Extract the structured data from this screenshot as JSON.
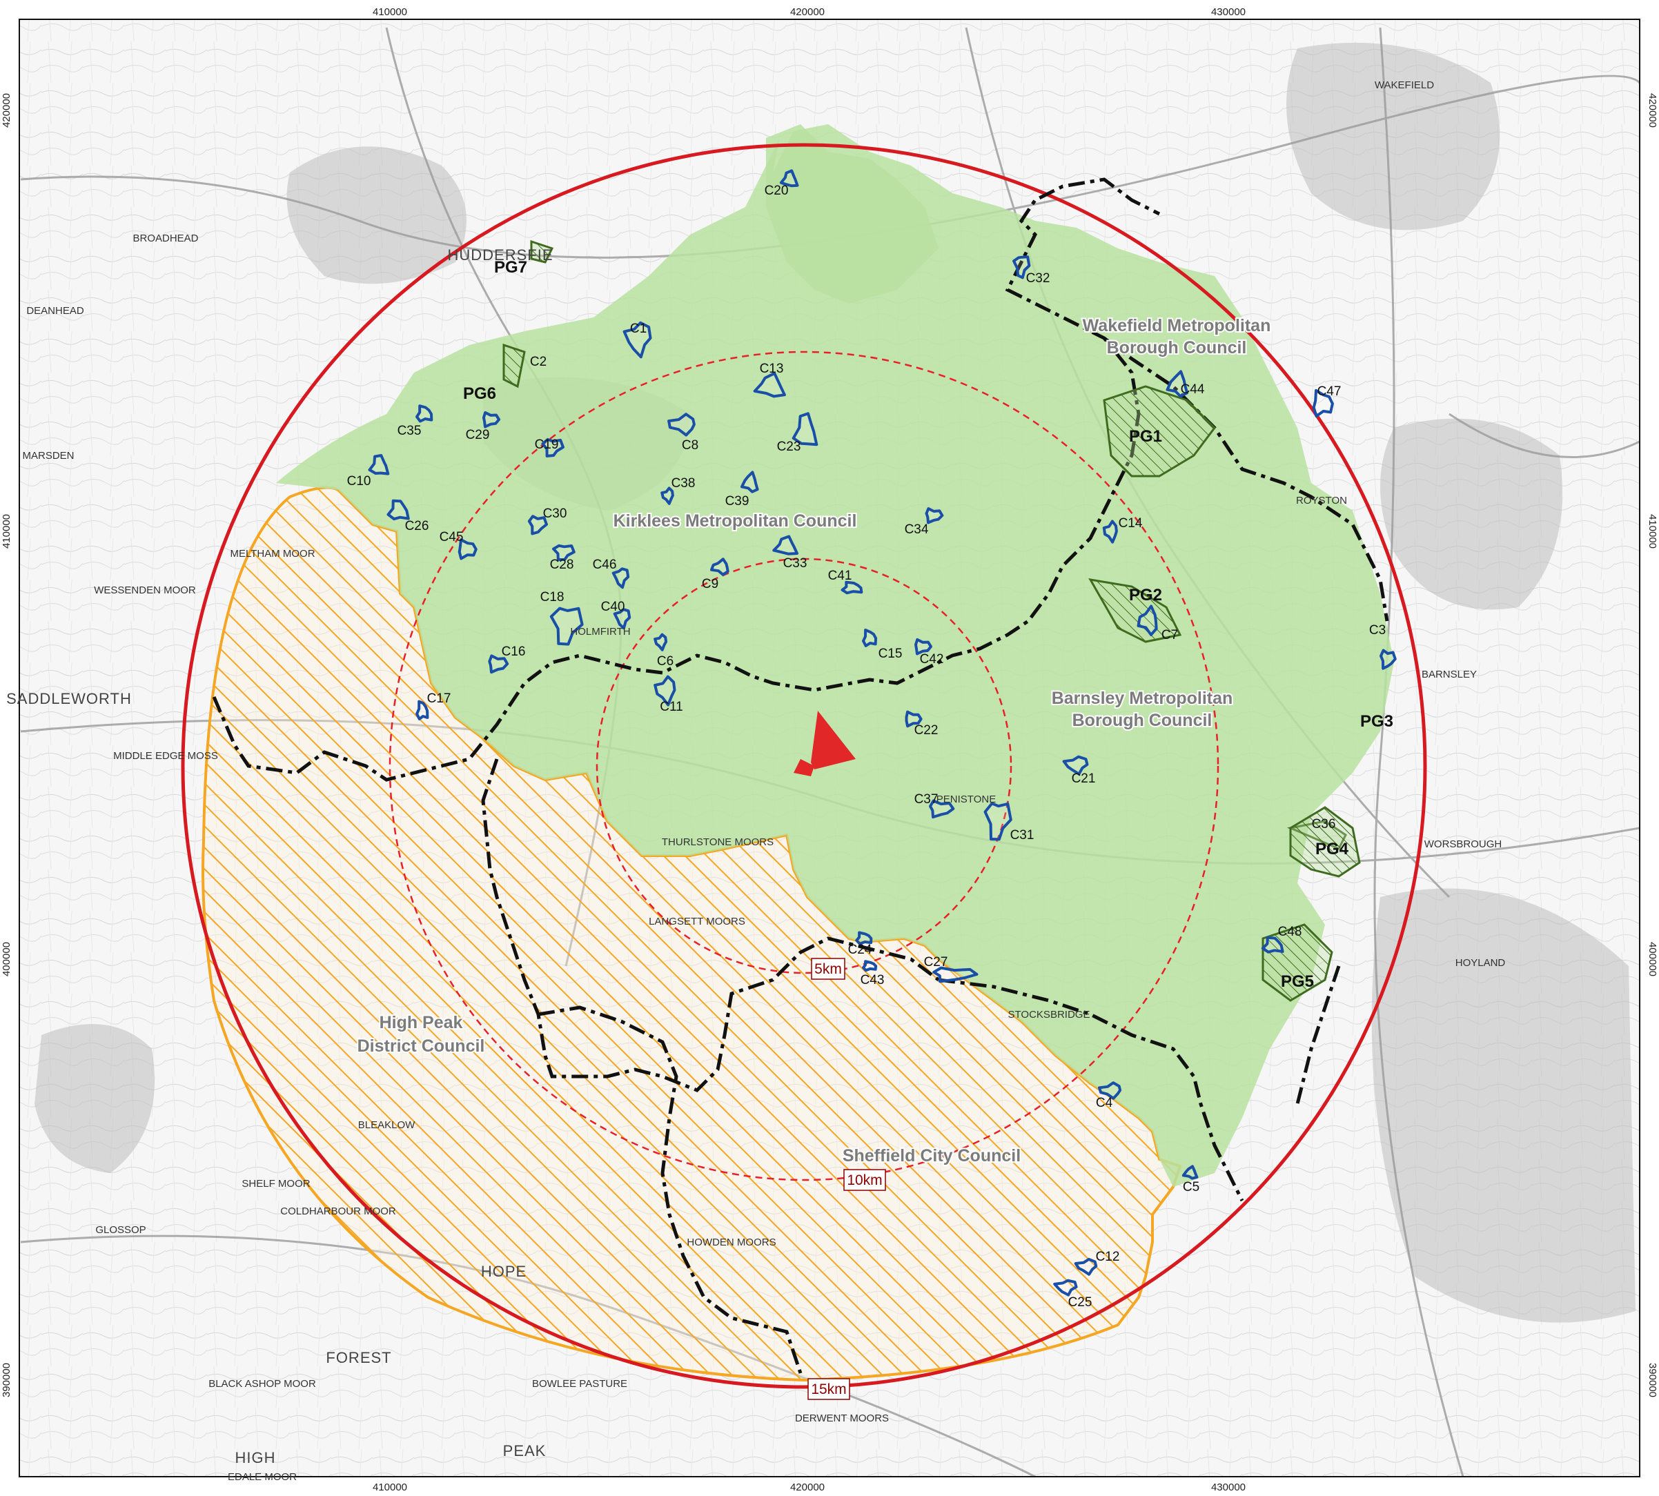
{
  "grid": {
    "eastings": [
      "410000",
      "420000",
      "430000"
    ],
    "northings": [
      "420000",
      "410000",
      "400000",
      "390000"
    ]
  },
  "colors": {
    "ring_15km": "#d71920",
    "ring_inner": "#e8202a",
    "study_area_fill": "#b9e0a0",
    "national_park_hatch": "#f5a623",
    "council_boundary": "#111111",
    "site_outline": "#1a4fa8",
    "pg_outline": "#3f6b1f",
    "turbine_site": "#e12727"
  },
  "rings": [
    {
      "label": "5km"
    },
    {
      "label": "10km"
    },
    {
      "label": "15km"
    }
  ],
  "councils": [
    {
      "id": "wakefield",
      "lines": [
        "Wakefield Metropolitan",
        "Borough Council"
      ]
    },
    {
      "id": "kirklees",
      "lines": [
        "Kirklees Metropolitan Council"
      ]
    },
    {
      "id": "barnsley",
      "lines": [
        "Barnsley Metropolitan",
        "Borough Council"
      ]
    },
    {
      "id": "high-peak",
      "lines": [
        "High Peak",
        "District Council"
      ]
    },
    {
      "id": "sheffield",
      "lines": [
        "Sheffield City Council"
      ]
    }
  ],
  "places": [
    "HUDDERSFIE",
    "WAKEFIELD",
    "ROYSTON",
    "BARNSLEY",
    "WORSBROUGH",
    "HOYLAND",
    "STOCKSBRIDGE",
    "GLOSSOP",
    "SADDLEWORTH",
    "MELTHAM MOOR",
    "WESSENDEN MOOR",
    "HOLMFIRTH",
    "PENISTONE",
    "THURLSTONE MOORS",
    "LANGSETT MOORS",
    "HOWDEN MOORS",
    "BLACK ASHOP MOOR",
    "EDALE MOOR",
    "DERWENT MOORS",
    "BOWLEE PASTURE",
    "BLEAKLOW",
    "SHELF MOOR",
    "COLDHARBOUR MOOR",
    "MIDDLE EDGE MOSS",
    "DEANHEAD",
    "MARSDEN",
    "BROADHEAD",
    "HOPE",
    "FOREST",
    "PEAK",
    "HIGH"
  ],
  "sites": [
    "C1",
    "C2",
    "C3",
    "C4",
    "C5",
    "C6",
    "C7",
    "C8",
    "C9",
    "C10",
    "C11",
    "C12",
    "C13",
    "C14",
    "C15",
    "C16",
    "C17",
    "C18",
    "C19",
    "C20",
    "C21",
    "C22",
    "C23",
    "C24",
    "C25",
    "C26",
    "C27",
    "C28",
    "C29",
    "C30",
    "C31",
    "C32",
    "C33",
    "C34",
    "C35",
    "C36",
    "C37",
    "C38",
    "C39",
    "C40",
    "C41",
    "C42",
    "C43",
    "C44",
    "C45",
    "C46",
    "C47",
    "C48"
  ],
  "protected_groups": [
    "PG1",
    "PG2",
    "PG3",
    "PG4",
    "PG5",
    "PG6",
    "PG7"
  ]
}
